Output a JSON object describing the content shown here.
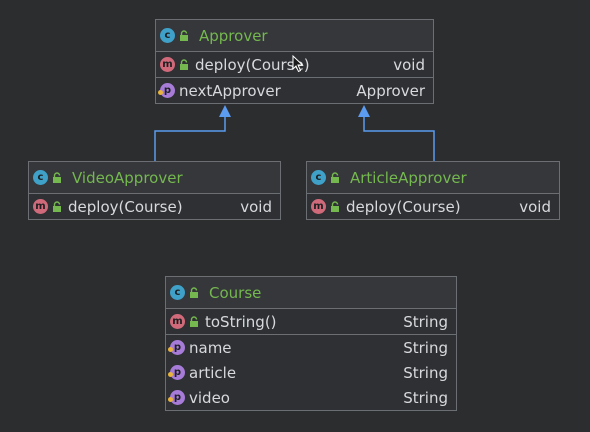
{
  "colors": {
    "background": "#2b2d2f",
    "border": "#6b6e72",
    "class_name": "#74b84f",
    "text": "#d7d9dc",
    "class_badge": "#3fa0c8",
    "method_badge": "#d06a7a",
    "property_badge": "#a77bd8",
    "arrow": "#5b9bf0"
  },
  "badges": {
    "class": "c",
    "method": "m",
    "property": "p"
  },
  "classes": {
    "approver": {
      "name": "Approver",
      "methods": [
        {
          "name": "deploy(Course)",
          "type": "void"
        }
      ],
      "fields": [
        {
          "name": "nextApprover",
          "type": "Approver"
        }
      ]
    },
    "video_approver": {
      "name": "VideoApprover",
      "methods": [
        {
          "name": "deploy(Course)",
          "type": "void"
        }
      ]
    },
    "article_approver": {
      "name": "ArticleApprover",
      "methods": [
        {
          "name": "deploy(Course)",
          "type": "void"
        }
      ]
    },
    "course": {
      "name": "Course",
      "methods": [
        {
          "name": "toString()",
          "type": "String"
        }
      ],
      "fields": [
        {
          "name": "name",
          "type": "String"
        },
        {
          "name": "article",
          "type": "String"
        },
        {
          "name": "video",
          "type": "String"
        }
      ]
    }
  },
  "relations": [
    {
      "from": "video_approver",
      "to": "approver",
      "kind": "inheritance"
    },
    {
      "from": "article_approver",
      "to": "approver",
      "kind": "inheritance"
    }
  ]
}
